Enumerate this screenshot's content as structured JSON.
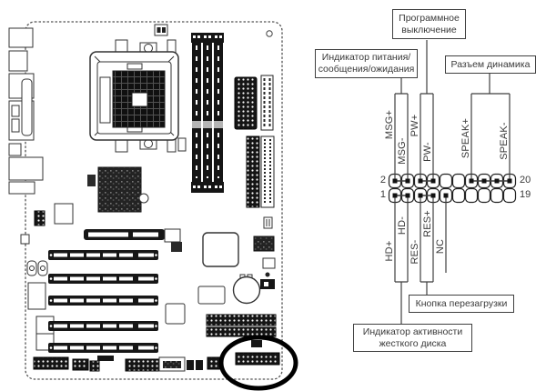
{
  "palette": {
    "line": "#3f3f3f",
    "text": "#3a3a3a",
    "board_ink": "#151515",
    "highlight_ellipse": "#000000"
  },
  "pinout": {
    "boxes": {
      "soft_off": {
        "line1": "Программное",
        "line2": "выключение"
      },
      "power_indicator": {
        "line1": "Индикатор питания/",
        "line2": "сообщения/ожидания"
      },
      "speaker": {
        "line1": "Разъем динамика"
      },
      "reset": {
        "line1": "Кнопка перезагрузки"
      },
      "hdd_indicator": {
        "line1": "Индикатор активности",
        "line2": "жесткого диска"
      }
    },
    "signals_top": [
      "MSG+",
      "MSG-",
      "PW+",
      "PW-",
      "SPEAK+",
      "SPEAK-"
    ],
    "signals_bottom": [
      "HD+",
      "HD-",
      "RES-",
      "RES+",
      "NC"
    ],
    "pin_numbers": {
      "top_left": "2",
      "bottom_left": "1",
      "top_right": "20",
      "bottom_right": "19"
    }
  }
}
